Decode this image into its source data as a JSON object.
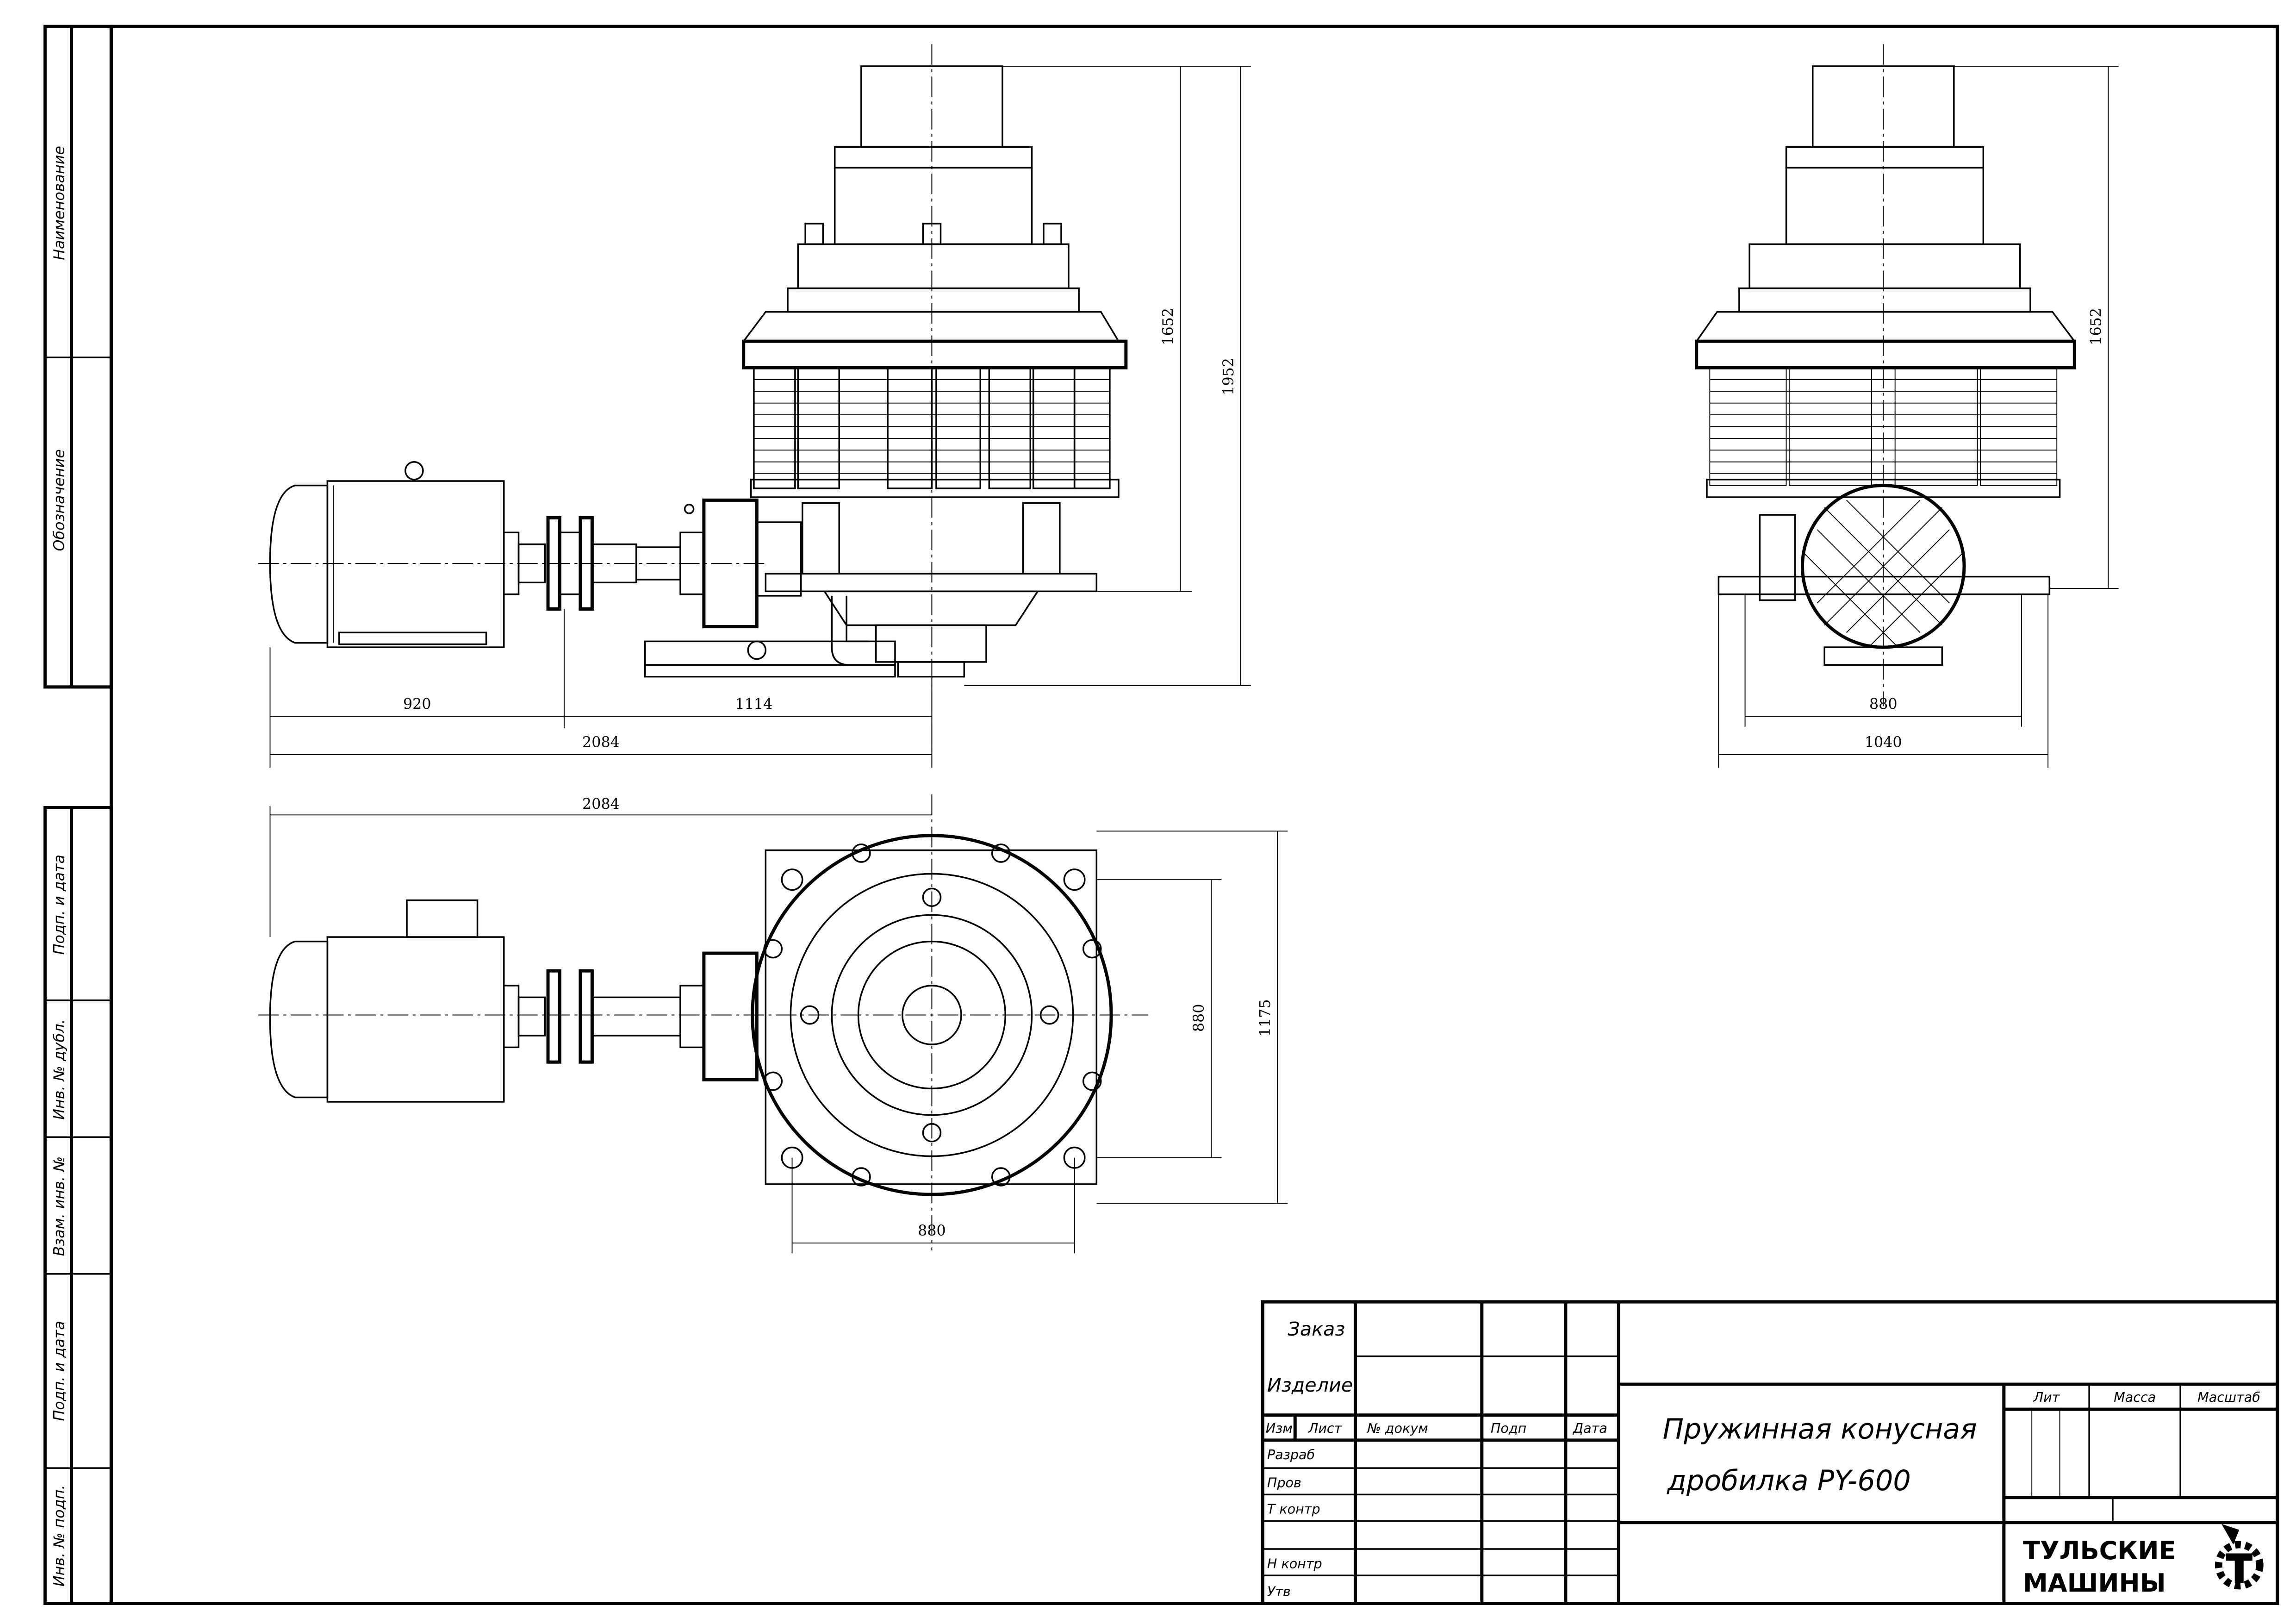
{
  "side_stamp": {
    "top": [
      "Наименование",
      "Обозначение"
    ],
    "bottom": [
      "Подп. и дата",
      "Инв. № дубл.",
      "Взам. инв. №",
      "Подп. и дата",
      "Инв. № подп."
    ]
  },
  "front_view": {
    "dims": {
      "motor": "920",
      "coupling_to_axis": "1114",
      "total_length": "2084",
      "crusher_height": "1652",
      "total_height": "1952"
    }
  },
  "side_view": {
    "dims": {
      "height": "1652",
      "base_inner": "880",
      "base_outer": "1040"
    }
  },
  "plan_view": {
    "dims": {
      "total_length": "2084",
      "width_inner": "880",
      "width_outer": "1175",
      "base": "880"
    }
  },
  "title_block": {
    "order_label": "Заказ",
    "product_label": "Изделие",
    "columns": [
      "Изм",
      "Лист",
      "№ докум",
      "Подп",
      "Дата"
    ],
    "rows": [
      "Разраб",
      "Пров",
      "Т контр",
      "",
      "Н контр",
      "Утв"
    ],
    "title_line1": "Пружинная конусная",
    "title_line2": "дробилка PY-600",
    "lit_label": "Лит",
    "mass_label": "Масса",
    "scale_label": "Масштаб",
    "company_line1": "ТУЛЬСКИЕ",
    "company_line2": "МАШИНЫ"
  }
}
